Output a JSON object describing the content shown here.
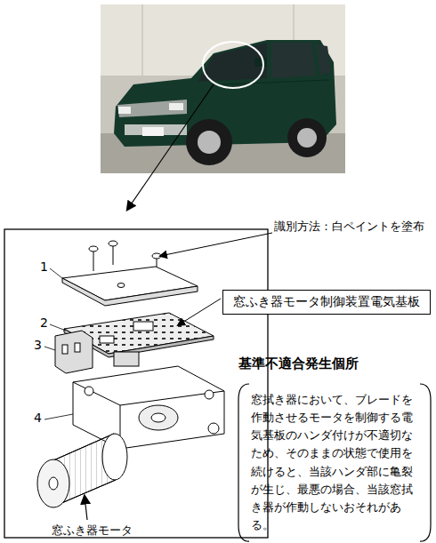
{
  "diagram": {
    "nodes": [
      {
        "text": [
          "窓ふき器モータ制御装置電気基板"
        ]
      },
      {
        "text": [
          "基準不適合発生個所",
          "窓拭き器において、ブレードを作動させるモータを制御する電気基板のハンダ付けが不適切なため、そのままの状態で使用を続けると、当該ハンダ部に亀裂が生じ、最悪の場合、当該窓拭き器が作動しないおそれがある。"
        ]
      }
    ],
    "labels": [
      "識別方法：白ペイントを塗布",
      "1",
      "2",
      "3",
      "4",
      "窓ふき器モータ"
    ]
  }
}
